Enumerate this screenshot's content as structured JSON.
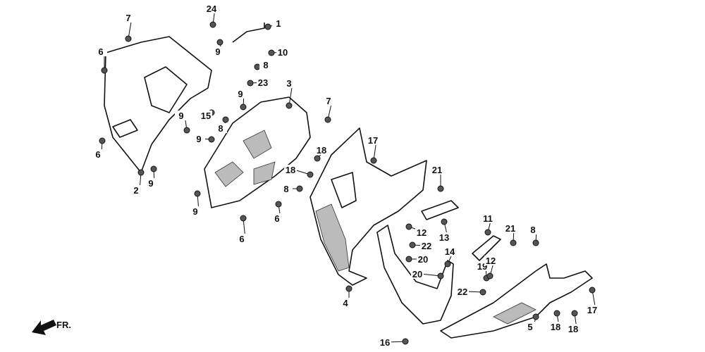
{
  "diagram": {
    "direction_label": "FR.",
    "callouts": [
      "7",
      "24",
      "1",
      "6",
      "9",
      "10",
      "8",
      "23",
      "3",
      "9",
      "7",
      "15",
      "8",
      "9",
      "9",
      "6",
      "17",
      "18",
      "18",
      "21",
      "8",
      "2",
      "9",
      "9",
      "6",
      "11",
      "21",
      "8",
      "12",
      "13",
      "6",
      "22",
      "14",
      "20",
      "19",
      "12",
      "20",
      "22",
      "4",
      "17",
      "5",
      "18",
      "18",
      "16"
    ]
  }
}
